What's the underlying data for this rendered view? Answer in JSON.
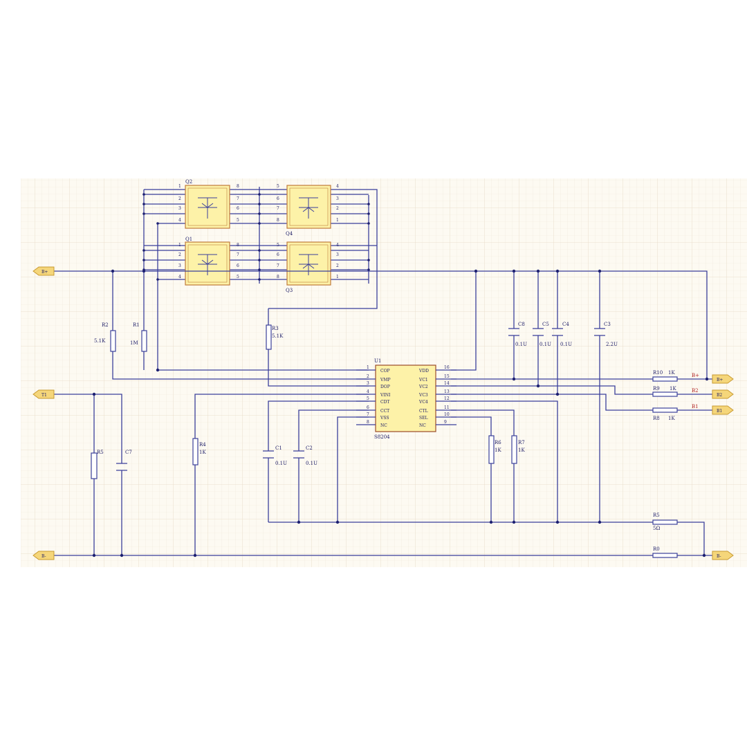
{
  "ports": {
    "bplus_left": "B+",
    "t1": "T1",
    "bminus_left": "B-",
    "bplus_right": "B+",
    "b2": "B2",
    "b1": "B1",
    "bminus_right": "B-"
  },
  "mosfets": {
    "q2": "Q2",
    "q4": "Q4",
    "q1": "Q1",
    "q3": "Q3"
  },
  "resistors": {
    "r2": {
      "ref": "R2",
      "value": "5.1K"
    },
    "r1": {
      "ref": "R1",
      "value": "1M"
    },
    "r3": {
      "ref": "R3",
      "value": "5.1K"
    },
    "r4": {
      "ref": "R4",
      "value": "1K"
    },
    "r5": {
      "ref": "R5"
    },
    "r6": {
      "ref": "R6",
      "value": "1K"
    },
    "r7": {
      "ref": "R7",
      "value": "1K"
    },
    "r10": {
      "ref": "R10",
      "value": "1K"
    },
    "r9": {
      "ref": "R9",
      "value": "1K"
    },
    "r8": {
      "ref": "R8",
      "value": "1K"
    },
    "rs": {
      "ref": "R5",
      "value": "5Ω"
    },
    "r0": {
      "ref": "R0"
    }
  },
  "capacitors": {
    "c8": {
      "ref": "C8",
      "value": "0.1U"
    },
    "c5": {
      "ref": "C5",
      "value": "0.1U"
    },
    "c4": {
      "ref": "C4",
      "value": "0.1U"
    },
    "c3": {
      "ref": "C3",
      "value": "2.2U"
    },
    "c7": {
      "ref": "C7"
    },
    "c1": {
      "ref": "C1",
      "value": "0.1U"
    },
    "c2": {
      "ref": "C2",
      "value": "0.1U"
    }
  },
  "net_labels": {
    "bplus": "B+",
    "b2": "B2",
    "b1": "B1"
  },
  "ic": {
    "ref": "U1",
    "part": "S8204",
    "left_pins": [
      {
        "num": "1",
        "name": "COP"
      },
      {
        "num": "2",
        "name": "VMP"
      },
      {
        "num": "3",
        "name": "DOP"
      },
      {
        "num": "4",
        "name": "VINI"
      },
      {
        "num": "5",
        "name": "CDT"
      },
      {
        "num": "6",
        "name": "CCT"
      },
      {
        "num": "7",
        "name": "VSS"
      },
      {
        "num": "8",
        "name": "NC"
      }
    ],
    "right_pins": [
      {
        "num": "16",
        "name": "VDD"
      },
      {
        "num": "15",
        "name": "VC1"
      },
      {
        "num": "14",
        "name": "VC2"
      },
      {
        "num": "13",
        "name": "VC3"
      },
      {
        "num": "12",
        "name": "VC4"
      },
      {
        "num": "11",
        "name": "CTL"
      },
      {
        "num": "10",
        "name": "SEL"
      },
      {
        "num": "9",
        "name": "NC"
      }
    ]
  },
  "mos_pins": {
    "left": [
      "1",
      "2",
      "3",
      "4"
    ],
    "right": [
      "8",
      "7",
      "6",
      "5"
    ],
    "q4_left": [
      "5",
      "6",
      "7",
      "8"
    ],
    "q4_right": [
      "4",
      "3",
      "2",
      "1"
    ]
  }
}
